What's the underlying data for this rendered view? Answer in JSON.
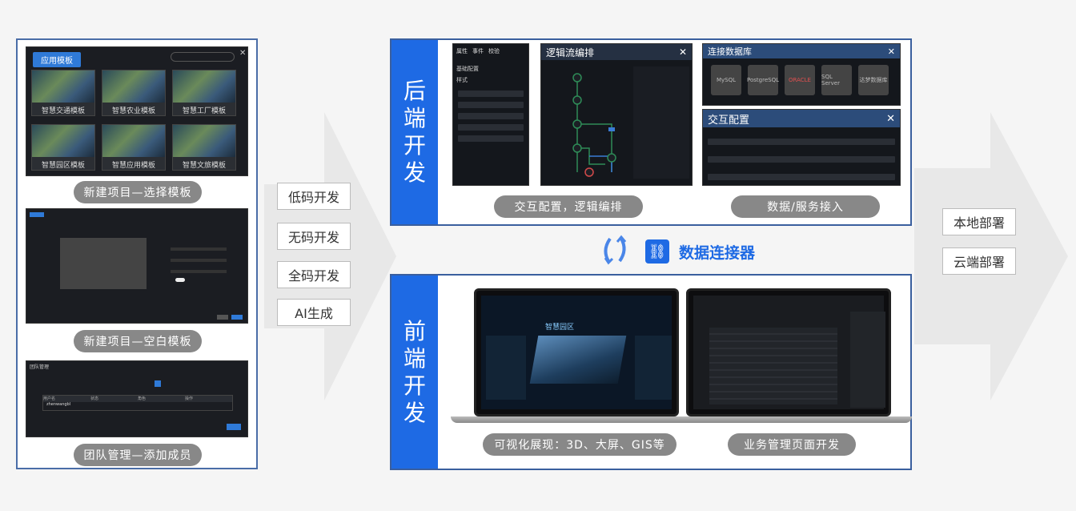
{
  "left": {
    "template_tab": "应用模板",
    "templates": [
      "智慧交通模板",
      "智慧农业模板",
      "智慧工厂模板",
      "智慧园区模板",
      "智慧应用模板",
      "智慧文旅模板"
    ],
    "caption_select": "新建项目—选择模板",
    "caption_blank": "新建项目—空白模板",
    "caption_team": "团队管理—添加成员",
    "team_title": "团队管理",
    "team_cols": [
      "用户名",
      "状态",
      "角色",
      "操作"
    ],
    "team_user": "zhenwangbl"
  },
  "methods": [
    "低码开发",
    "无码开发",
    "全码开发",
    "AI生成"
  ],
  "backend": {
    "sidebar": [
      "后",
      "端",
      "开",
      "发"
    ],
    "tabs": [
      "属性",
      "事件",
      "校验"
    ],
    "props_items": [
      "基础配置",
      "样式"
    ],
    "flow_title": "逻辑流编排",
    "db_title": "连接数据库",
    "databases": [
      "MySQL",
      "PostgreSQL",
      "ORACLE",
      "SQL Server",
      "达梦数据库"
    ],
    "interact_title": "交互配置",
    "caption_left": "交互配置，逻辑编排",
    "caption_right": "数据/服务接入"
  },
  "connector": {
    "label": "数据连接器"
  },
  "frontend": {
    "sidebar": [
      "前",
      "端",
      "开",
      "发"
    ],
    "caption_left": "可视化展现：3D、大屏、GIS等",
    "caption_right": "业务管理页面开发",
    "screen_title": "智慧园区"
  },
  "deploy": [
    "本地部署",
    "云端部署"
  ],
  "colors": {
    "accent": "#1e6ae4",
    "border": "#3a5f9e",
    "arrow": "#e6e6e6"
  }
}
